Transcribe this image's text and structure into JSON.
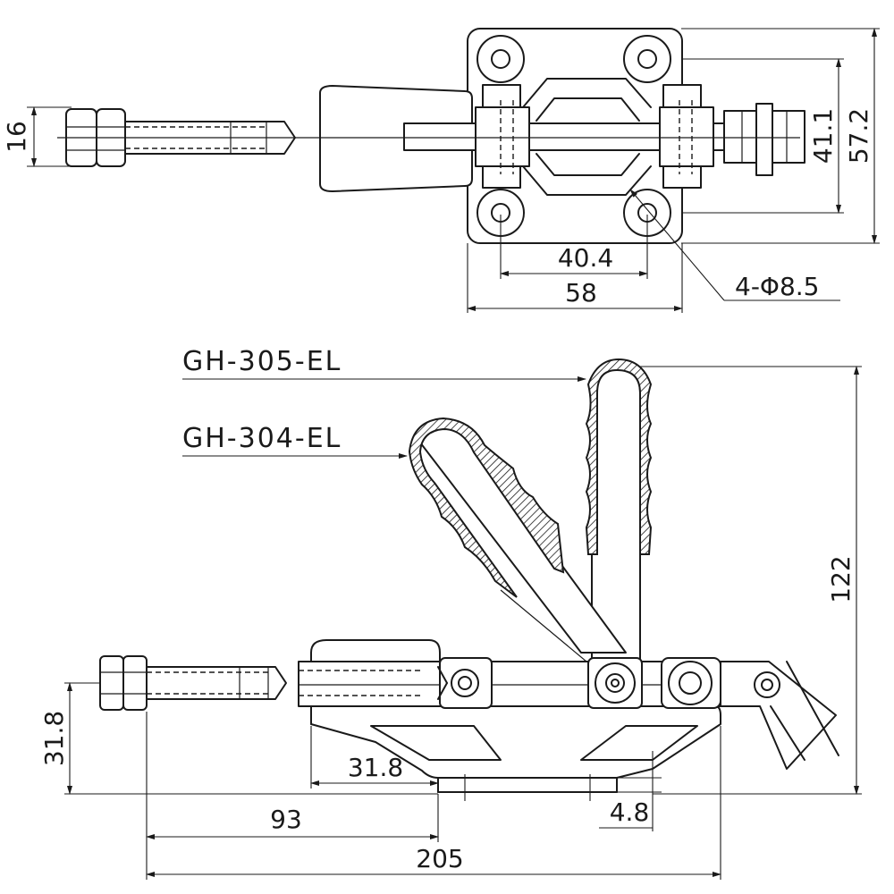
{
  "title": "",
  "top_view": {
    "dim_width_inner": "40.4",
    "dim_width_outer": "58",
    "dim_height_inner": "41.1",
    "dim_height_outer": "57.2",
    "dim_rod": "16",
    "hole_callout": "4-Φ8.5"
  },
  "side_view": {
    "model_upright": "GH-305-EL",
    "model_angled": "GH-304-EL",
    "dim_height_total": "122",
    "dim_base_height": "31.8",
    "dim_base_offset": "31.8",
    "dim_plate_thickness": "4.8",
    "dim_stroke": "93",
    "dim_length_total": "205"
  }
}
